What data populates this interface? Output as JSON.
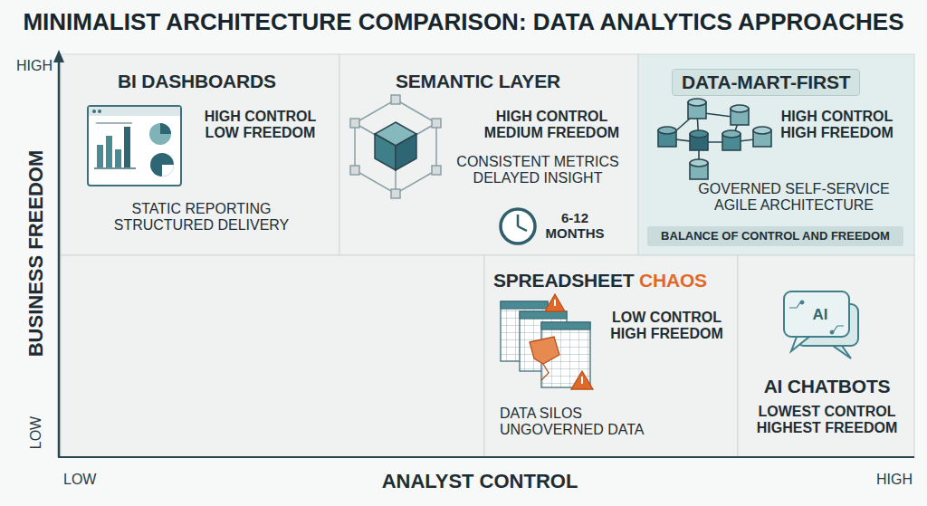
{
  "diagram": {
    "title": "MINIMALIST ARCHITECTURE COMPARISON: DATA ANALYTICS APPROACHES",
    "nodes": [
      {
        "text": [
          "BI DASHBOARDS",
          "HIGH CONTROL LOW FREEDOM",
          "STATIC REPORTING STRUCTURED DELIVERY"
        ]
      },
      {
        "text": [
          "SEMANTIC LAYER",
          "HIGH CONTROL MEDIUM FREEDOM",
          "CONSISTENT METRICS DELAYED INSIGHT",
          "6-12 MONTHS"
        ]
      },
      {
        "text": [
          "DATA-MART-FIRST",
          "HIGH CONTROL HIGH FREEDOM",
          "GOVERNED SELF-SERVICE AGILE ARCHITECTURE"
        ]
      },
      {
        "text": [
          "BALANCE OF CONTROL AND FREEDOM"
        ],
        "in": 2
      },
      {
        "text": [
          "SPREADSHEET",
          "CHAOS",
          "LOW CONTROL HIGH FREEDOM",
          "DATA SILOS UNGOVERNED DATA"
        ]
      },
      {
        "text": [
          "AI CHATBOTS",
          "LOWEST CONTROL HIGHEST FREEDOM"
        ]
      }
    ],
    "labels": [
      "HIGH",
      "BUSINESS FREEDOM",
      "LOW",
      "LOW",
      "ANALYST CONTROL",
      "HIGH",
      "AI"
    ]
  }
}
